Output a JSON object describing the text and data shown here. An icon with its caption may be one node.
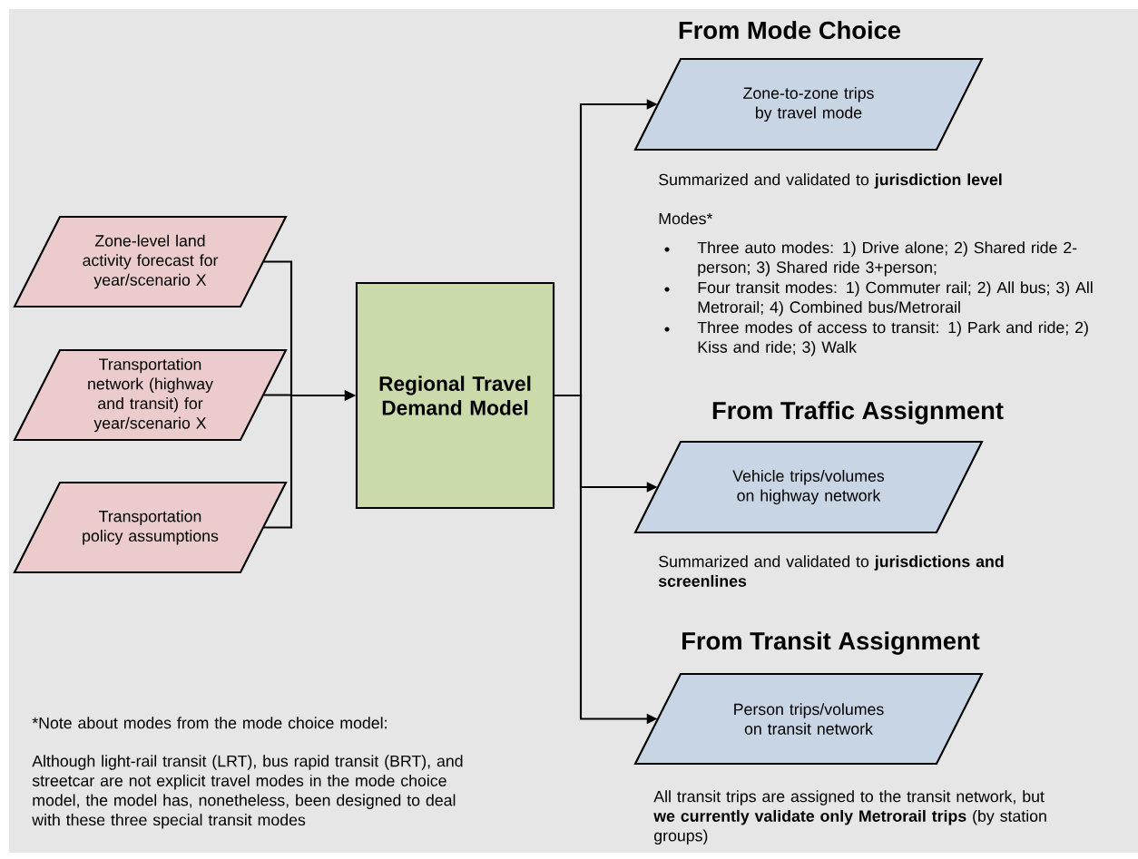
{
  "diagram": {
    "nodes": [
      {
        "text": [
          "Zone-level land activity forecast for year/scenario X"
        ]
      },
      {
        "text": [
          "Transportation network (highway and transit) for year/scenario X"
        ]
      },
      {
        "text": [
          "Transportation policy assumptions"
        ]
      },
      {
        "text": [
          "Regional Travel Demand Model"
        ]
      },
      {
        "text": [
          "From Mode Choice",
          "Zone-to-zone trips by travel mode"
        ],
        "beside": [
          "Summarized and validated to **jurisdiction level**",
          "Modes*",
          "Three auto modes: 1) Drive alone; 2) Shared ride 2-person; 3) Shared ride 3+person;",
          "Four transit modes: 1) Commuter rail; 2) All bus; 3) All Metrorail; 4) Combined bus/Metrorail",
          "Three modes of access to transit: 1) Park and ride; 2) Kiss and ride; 3) Walk"
        ]
      },
      {
        "text": [
          "From Traffic Assignment",
          "Vehicle trips/volumes on highway network"
        ],
        "beside": [
          "Summarized and validated to **jurisdictions and screenlines**"
        ]
      },
      {
        "text": [
          "From Transit Assignment",
          "Person trips/volumes on transit network"
        ],
        "beside": [
          "All transit trips are assigned to the transit network, but **we currently validate only Metrorail trips** (by station groups)"
        ]
      }
    ],
    "edges": [
      {
        "from": 0,
        "to": 3,
        "arrow": "to"
      },
      {
        "from": 1,
        "to": 3,
        "arrow": "to"
      },
      {
        "from": 2,
        "to": 3,
        "arrow": "to"
      },
      {
        "from": 3,
        "to": 4,
        "arrow": "to"
      },
      {
        "from": 3,
        "to": 5,
        "arrow": "to"
      },
      {
        "from": 3,
        "to": 6,
        "arrow": "to"
      }
    ],
    "labels": [
      "*Note about modes from the mode choice model:",
      "Although light-rail transit (LRT), bus rapid transit (BRT), and streetcar are not explicit travel modes in the mode choice model, the model has, nonetheless, been designed to deal with these three special transit modes"
    ]
  }
}
